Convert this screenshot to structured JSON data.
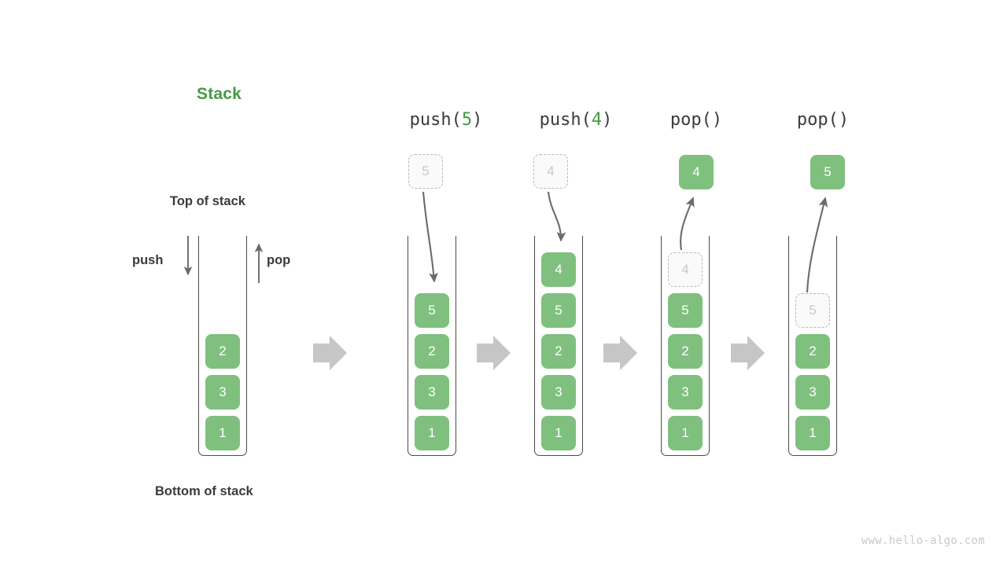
{
  "diagram": {
    "title": "Stack",
    "title_color": "#449a44",
    "element_color": "#7fc07f",
    "ghost_color": "#fafafa",
    "watermark": "www.hello-algo.com",
    "labels": {
      "top_of_stack": "Top of stack",
      "bottom_of_stack": "Bottom of stack",
      "push": "push",
      "pop": "pop"
    },
    "stages": [
      {
        "name": "initial",
        "title_prefix": "",
        "title_arg": "",
        "title_suffix": "",
        "elements": [
          "2",
          "3",
          "1"
        ],
        "incoming": null,
        "outgoing": null,
        "ghost_index": -1
      },
      {
        "name": "push-5",
        "title_prefix": "push(",
        "title_arg": "5",
        "title_suffix": ")",
        "elements": [
          "5",
          "2",
          "3",
          "1"
        ],
        "incoming": "5",
        "outgoing": null,
        "ghost_index": -1
      },
      {
        "name": "push-4",
        "title_prefix": "push(",
        "title_arg": "4",
        "title_suffix": ")",
        "elements": [
          "4",
          "5",
          "2",
          "3",
          "1"
        ],
        "incoming": "4",
        "outgoing": null,
        "ghost_index": -1
      },
      {
        "name": "pop-4",
        "title_prefix": "pop(",
        "title_arg": "",
        "title_suffix": ")",
        "elements": [
          "4",
          "5",
          "2",
          "3",
          "1"
        ],
        "incoming": null,
        "outgoing": "4",
        "ghost_index": 0
      },
      {
        "name": "pop-5",
        "title_prefix": "pop(",
        "title_arg": "",
        "title_suffix": ")",
        "elements": [
          "5",
          "2",
          "3",
          "1"
        ],
        "incoming": null,
        "outgoing": "5",
        "ghost_index": 0
      }
    ]
  }
}
